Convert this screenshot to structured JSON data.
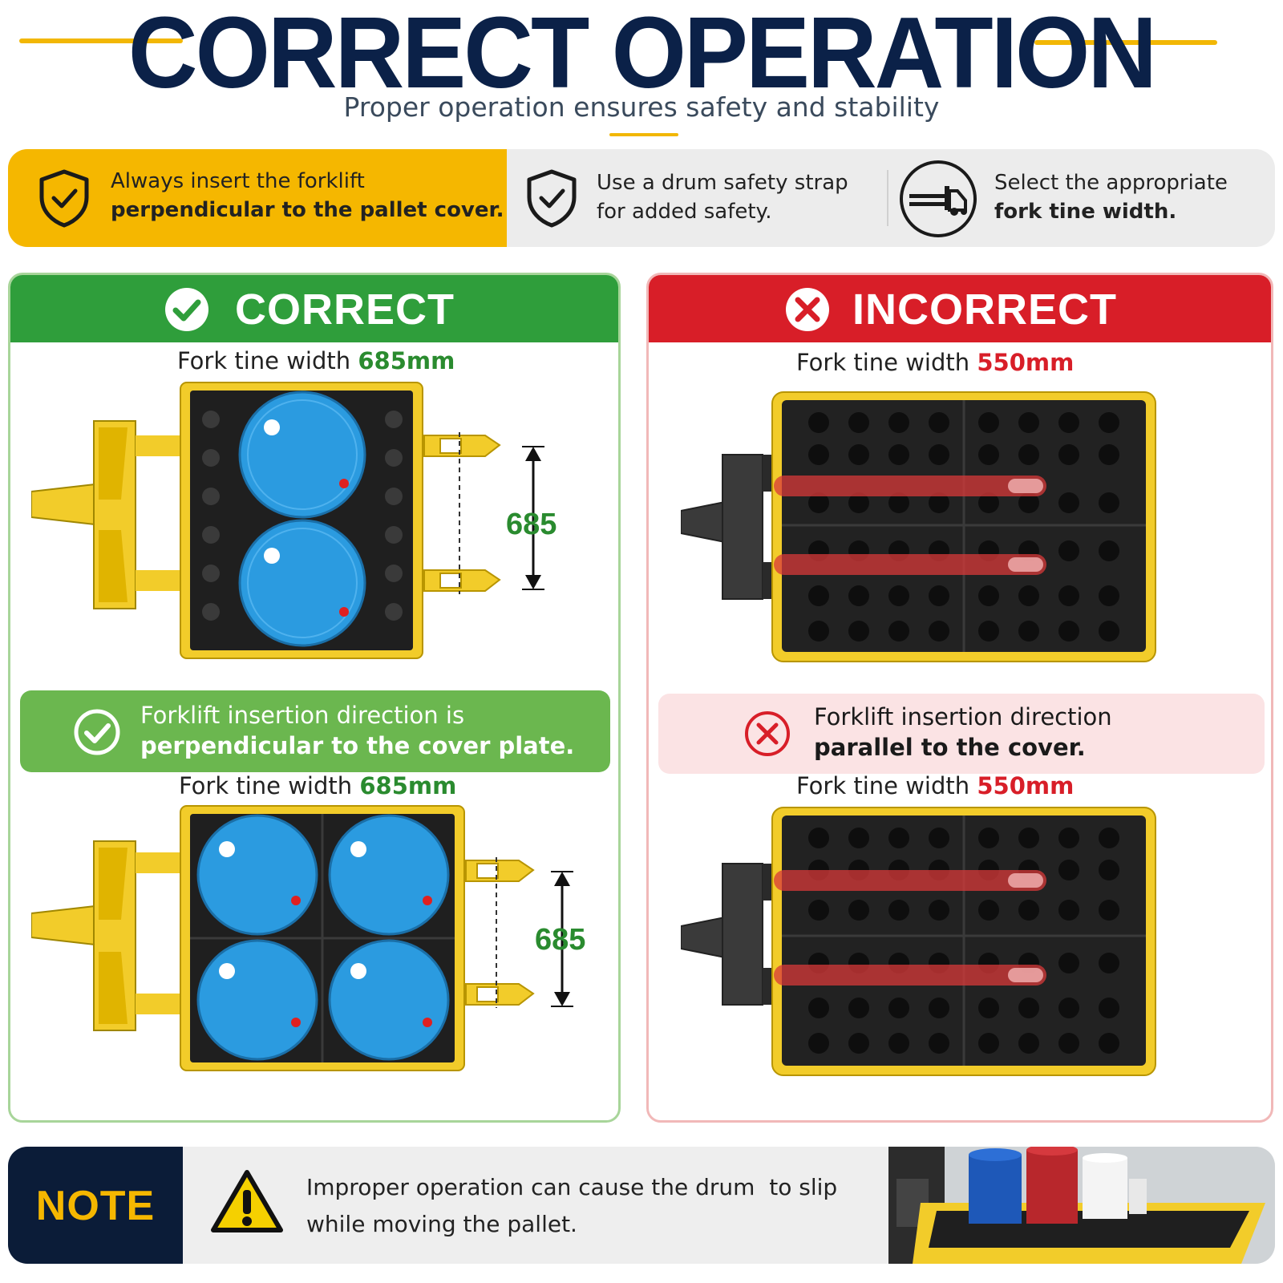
{
  "header": {
    "title": "CORRECT OPERATION",
    "subtitle": "Proper operation ensures safety and stability"
  },
  "tips": [
    {
      "icon": "shield-check-icon",
      "line1": "Always insert the forklift",
      "line2": "perpendicular to the pallet cover."
    },
    {
      "icon": "shield-check-icon",
      "line1": "Use a drum safety strap",
      "line2": "for added safety."
    },
    {
      "icon": "forklift-icon",
      "line1": "Select the appropriate",
      "line2": "fork tine width."
    }
  ],
  "correct": {
    "heading": "CORRECT",
    "fork_label_1": "Fork tine width ",
    "fork_value_1": "685mm",
    "dimension_1": "685",
    "note_line1": "Forklift insertion direction is",
    "note_line2": "perpendicular to the cover plate.",
    "fork_label_2": "Fork tine width ",
    "fork_value_2": "685mm",
    "dimension_2": "685"
  },
  "incorrect": {
    "heading": "INCORRECT",
    "fork_label_1": "Fork tine width ",
    "fork_value_1": "550mm",
    "note_line1": "Forklift insertion direction",
    "note_line2": "parallel to the cover.",
    "fork_label_2": "Fork tine width ",
    "fork_value_2": "550mm"
  },
  "note": {
    "label": "NOTE",
    "line1": "Improper operation can cause the drum  to slip",
    "line2": "while moving the pallet."
  },
  "colors": {
    "navy": "#0b2148",
    "yellow": "#f5b700",
    "green": "#2f9e3b",
    "light_green": "#6bb74f",
    "red": "#d81e28",
    "pink": "#fbe3e4",
    "drum_blue": "#2b9be0"
  }
}
